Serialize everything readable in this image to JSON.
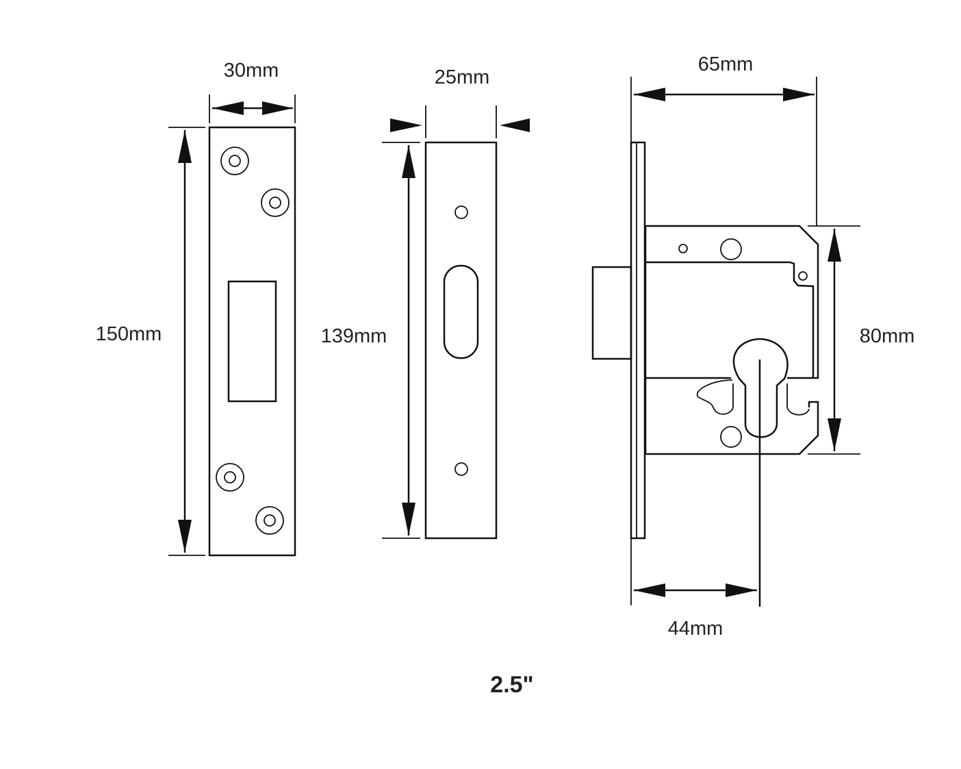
{
  "strike_plate": {
    "width_label": "30mm",
    "height_label": "150mm"
  },
  "faceplate": {
    "width_label": "25mm",
    "height_label": "139mm"
  },
  "lock_body": {
    "depth_label": "65mm",
    "height_label": "80mm",
    "backset_label": "44mm"
  },
  "caption": "2.5\""
}
